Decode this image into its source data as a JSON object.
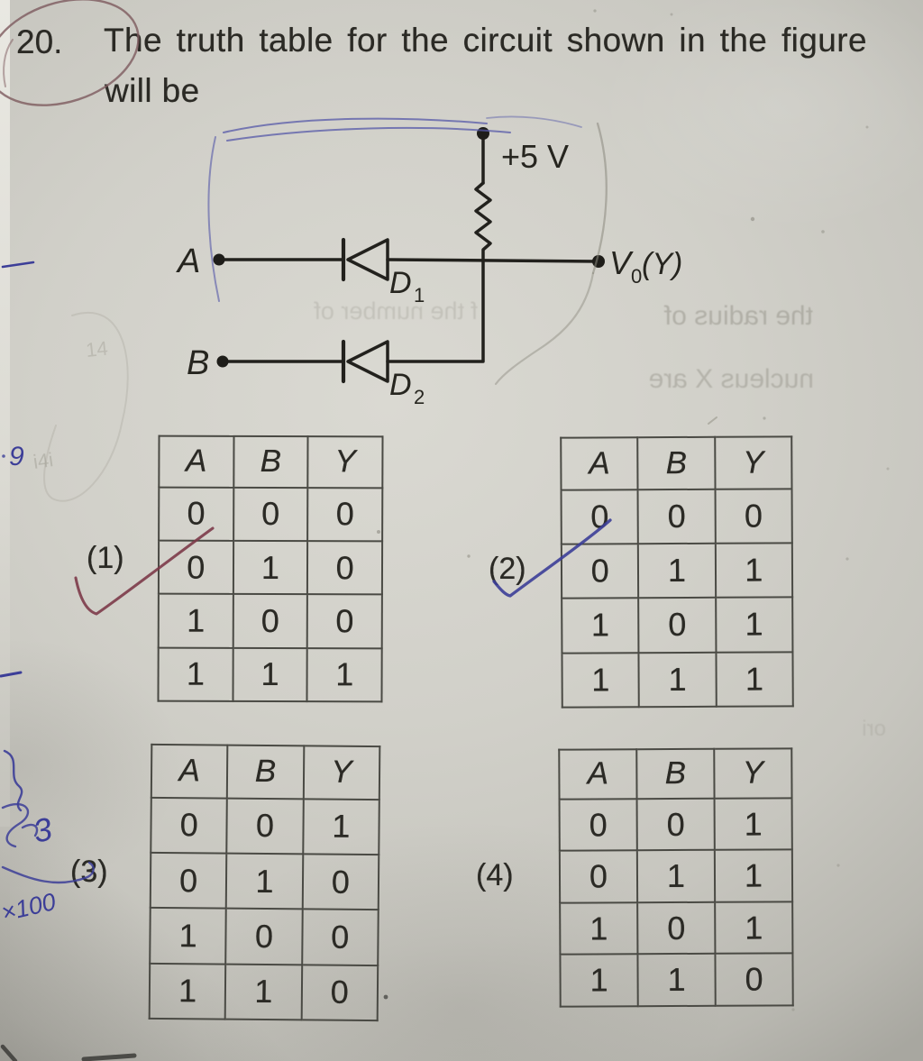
{
  "question": {
    "number": "20.",
    "line1": "The truth table for the circuit shown in the figure",
    "line2": "will be"
  },
  "circuit": {
    "supply": "+5 V",
    "input_a": "A",
    "input_b": "B",
    "diode1_base": "D",
    "diode1_sub": "1",
    "diode2_base": "D",
    "diode2_sub": "2",
    "output_base": "V",
    "output_sub": "0",
    "output_paren": "(Y)"
  },
  "options": [
    {
      "label": "(1)",
      "headers": [
        "A",
        "B",
        "Y"
      ],
      "rows": [
        [
          "0",
          "0",
          "0"
        ],
        [
          "0",
          "1",
          "0"
        ],
        [
          "1",
          "0",
          "0"
        ],
        [
          "1",
          "1",
          "1"
        ]
      ],
      "annotation": "dark-red handwritten checkmark"
    },
    {
      "label": "(2)",
      "headers": [
        "A",
        "B",
        "Y"
      ],
      "rows": [
        [
          "0",
          "0",
          "0"
        ],
        [
          "0",
          "1",
          "1"
        ],
        [
          "1",
          "0",
          "1"
        ],
        [
          "1",
          "1",
          "1"
        ]
      ],
      "annotation": "blue handwritten checkmark"
    },
    {
      "label": "(3)",
      "headers": [
        "A",
        "B",
        "Y"
      ],
      "rows": [
        [
          "0",
          "0",
          "1"
        ],
        [
          "0",
          "1",
          "0"
        ],
        [
          "1",
          "0",
          "0"
        ],
        [
          "1",
          "1",
          "0"
        ]
      ],
      "annotation": ""
    },
    {
      "label": "(4)",
      "headers": [
        "A",
        "B",
        "Y"
      ],
      "rows": [
        [
          "0",
          "0",
          "1"
        ],
        [
          "0",
          "1",
          "1"
        ],
        [
          "1",
          "0",
          "1"
        ],
        [
          "1",
          "1",
          "0"
        ]
      ],
      "annotation": ""
    }
  ],
  "annotations": {
    "ink_blue": "#5558a8",
    "ink_blue_dark": "#3c3e98",
    "ink_red": "#7c3a49",
    "circle_red": "#7d5a5e",
    "pencil": "#8b897e",
    "pencil_dark": "#3b3b37",
    "marks": {
      "nine": "9",
      "faint_i4i": "i4i",
      "faint_14": "14",
      "three": "3",
      "times100": "×100"
    }
  },
  "artifacts": {
    "ghost": [
      {
        "text": "the radius of"
      },
      {
        "text": "nucleus X are"
      },
      {
        "text": "f the number of"
      },
      {
        "text": "ori"
      }
    ]
  }
}
